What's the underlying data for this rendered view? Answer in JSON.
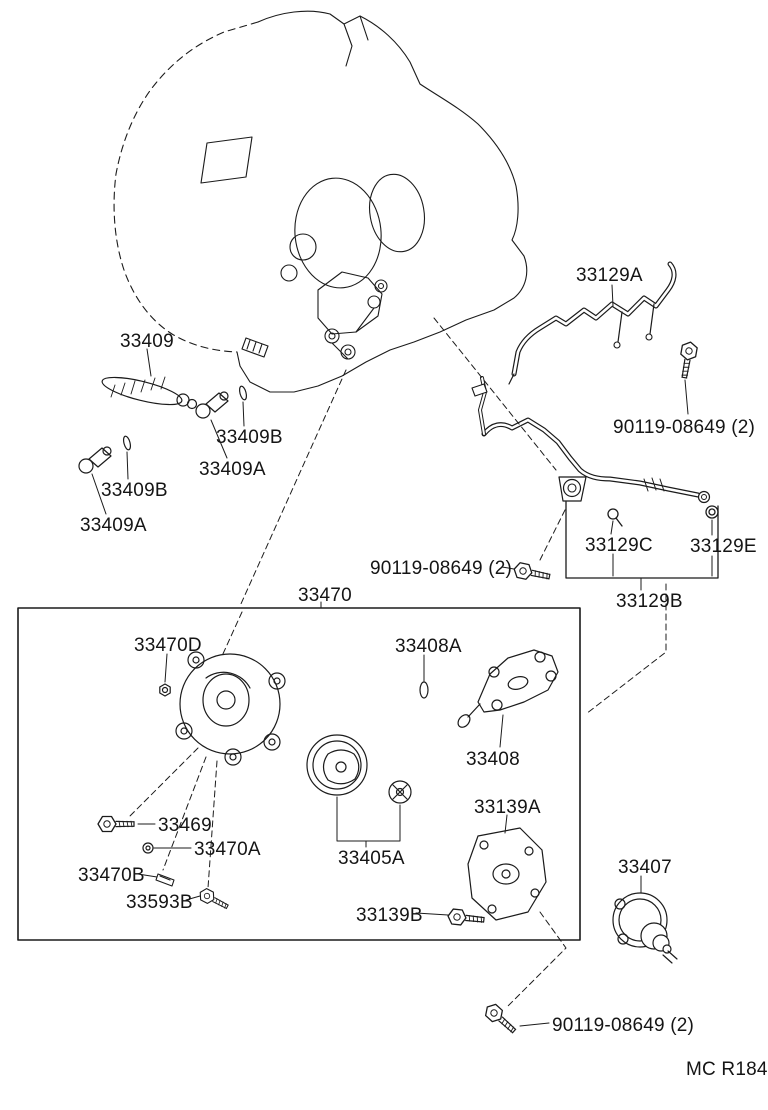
{
  "footer": {
    "code": "MC R184"
  },
  "labels": [
    {
      "part": "33129A",
      "text": "33129A"
    },
    {
      "part": "33409",
      "text": "33409"
    },
    {
      "part": "90119-08649-top",
      "text": "90119-08649 (2)"
    },
    {
      "part": "33409B-upper",
      "text": "33409B"
    },
    {
      "part": "33409A-upper",
      "text": "33409A"
    },
    {
      "part": "33409B-lower",
      "text": "33409B"
    },
    {
      "part": "33409A-lower",
      "text": "33409A"
    },
    {
      "part": "90119-08649-mid",
      "text": "90119-08649 (2)"
    },
    {
      "part": "33129C",
      "text": "33129C"
    },
    {
      "part": "33129E",
      "text": "33129E"
    },
    {
      "part": "33129B",
      "text": "33129B"
    },
    {
      "part": "33470",
      "text": "33470"
    },
    {
      "part": "33470D",
      "text": "33470D"
    },
    {
      "part": "33408A",
      "text": "33408A"
    },
    {
      "part": "33408",
      "text": "33408"
    },
    {
      "part": "33469",
      "text": "33469"
    },
    {
      "part": "33470A",
      "text": "33470A"
    },
    {
      "part": "33405A",
      "text": "33405A"
    },
    {
      "part": "33139A",
      "text": "33139A"
    },
    {
      "part": "33470B",
      "text": "33470B"
    },
    {
      "part": "33593B",
      "text": "33593B"
    },
    {
      "part": "33139B",
      "text": "33139B"
    },
    {
      "part": "33407",
      "text": "33407"
    },
    {
      "part": "90119-08649-bot",
      "text": "90119-08649 (2)"
    }
  ]
}
